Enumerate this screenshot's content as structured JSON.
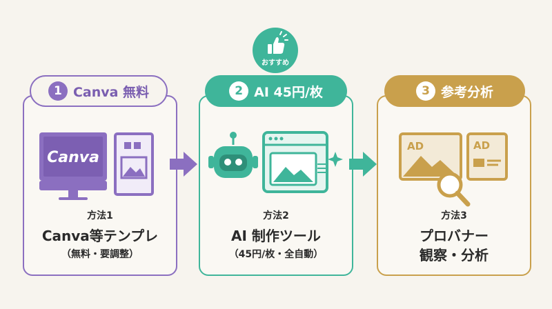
{
  "colors": {
    "purple": "#8b6fc0",
    "teal": "#3fb59a",
    "gold": "#c9a04c"
  },
  "badge": {
    "label": "おすすめ",
    "icon": "thumbs-up-icon"
  },
  "steps": [
    {
      "num": "1",
      "pill": "Canva 無料",
      "method": "方法1",
      "title": "Canva等テンプレ",
      "sub": "（無料・要調整）",
      "logo": "Canva"
    },
    {
      "num": "2",
      "pill": "AI 45円/枚",
      "method": "方法2",
      "title": "AI 制作ツール",
      "sub": "（45円/枚・全自動）"
    },
    {
      "num": "3",
      "pill": "参考分析",
      "method": "方法3",
      "title": "プロバナー",
      "title2": "観察・分析",
      "ad1": "AD",
      "ad2": "AD"
    }
  ]
}
